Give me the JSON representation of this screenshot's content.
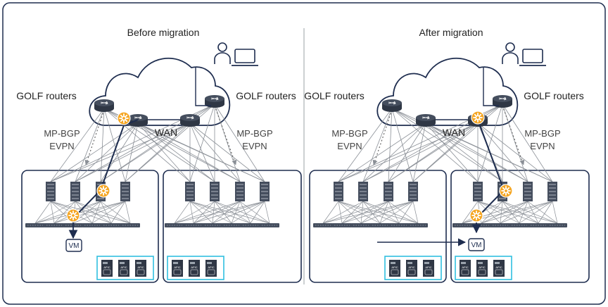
{
  "panels": [
    {
      "id": "before",
      "title": "Before migration",
      "golf_left": "GOLF routers",
      "golf_right": "GOLF routers",
      "wan": "WAN",
      "proto_left": [
        "MP-BGP",
        "EVPN"
      ],
      "proto_right": [
        "MP-BGP",
        "EVPN"
      ],
      "vm": "VM",
      "vm_in": "left",
      "apic": [
        "APIC",
        "APIC",
        "APIC"
      ]
    },
    {
      "id": "after",
      "title": "After migration",
      "golf_left": "GOLF routers",
      "golf_right": "GOLF routers",
      "wan": "WAN",
      "proto_left": [
        "MP-BGP",
        "EVPN"
      ],
      "proto_right": [
        "MP-BGP",
        "EVPN"
      ],
      "vm": "VM",
      "vm_in": "right",
      "apic": [
        "APIC",
        "APIC",
        "APIC"
      ]
    }
  ],
  "colors": {
    "frame": "#1e2d4f",
    "navy": "#1e2d4f",
    "device": "#454e5e",
    "gear": "#f5a623",
    "apic_box": "#30c0e0",
    "link": "#8a8f96"
  },
  "icons": [
    "user-icon",
    "laptop-icon",
    "router-icon",
    "server-icon",
    "switch-icon",
    "gear-icon",
    "apic-icon"
  ]
}
